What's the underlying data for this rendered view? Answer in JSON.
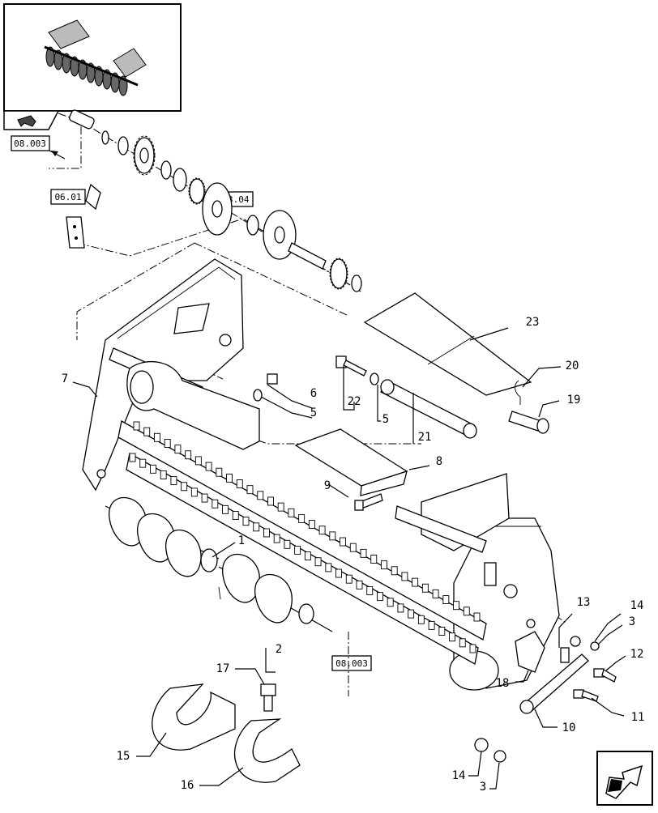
{
  "diagram": {
    "callouts": {
      "c1": "1",
      "c2": "2",
      "c3a": "3",
      "c3b": "3",
      "c5a": "5",
      "c5b": "5",
      "c6": "6",
      "c7": "7",
      "c8": "8",
      "c9": "9",
      "c10": "10",
      "c11": "11",
      "c12": "12",
      "c13": "13",
      "c14a": "14",
      "c14b": "14",
      "c15": "15",
      "c16": "16",
      "c17": "17",
      "c18": "18",
      "c19": "19",
      "c20": "20",
      "c21": "21",
      "c22": "22",
      "c23": "23"
    },
    "references": {
      "ref_top": "08.003",
      "ref_left": "06.01",
      "ref_sprocket": "13.04",
      "ref_bottom": "08.003"
    }
  }
}
